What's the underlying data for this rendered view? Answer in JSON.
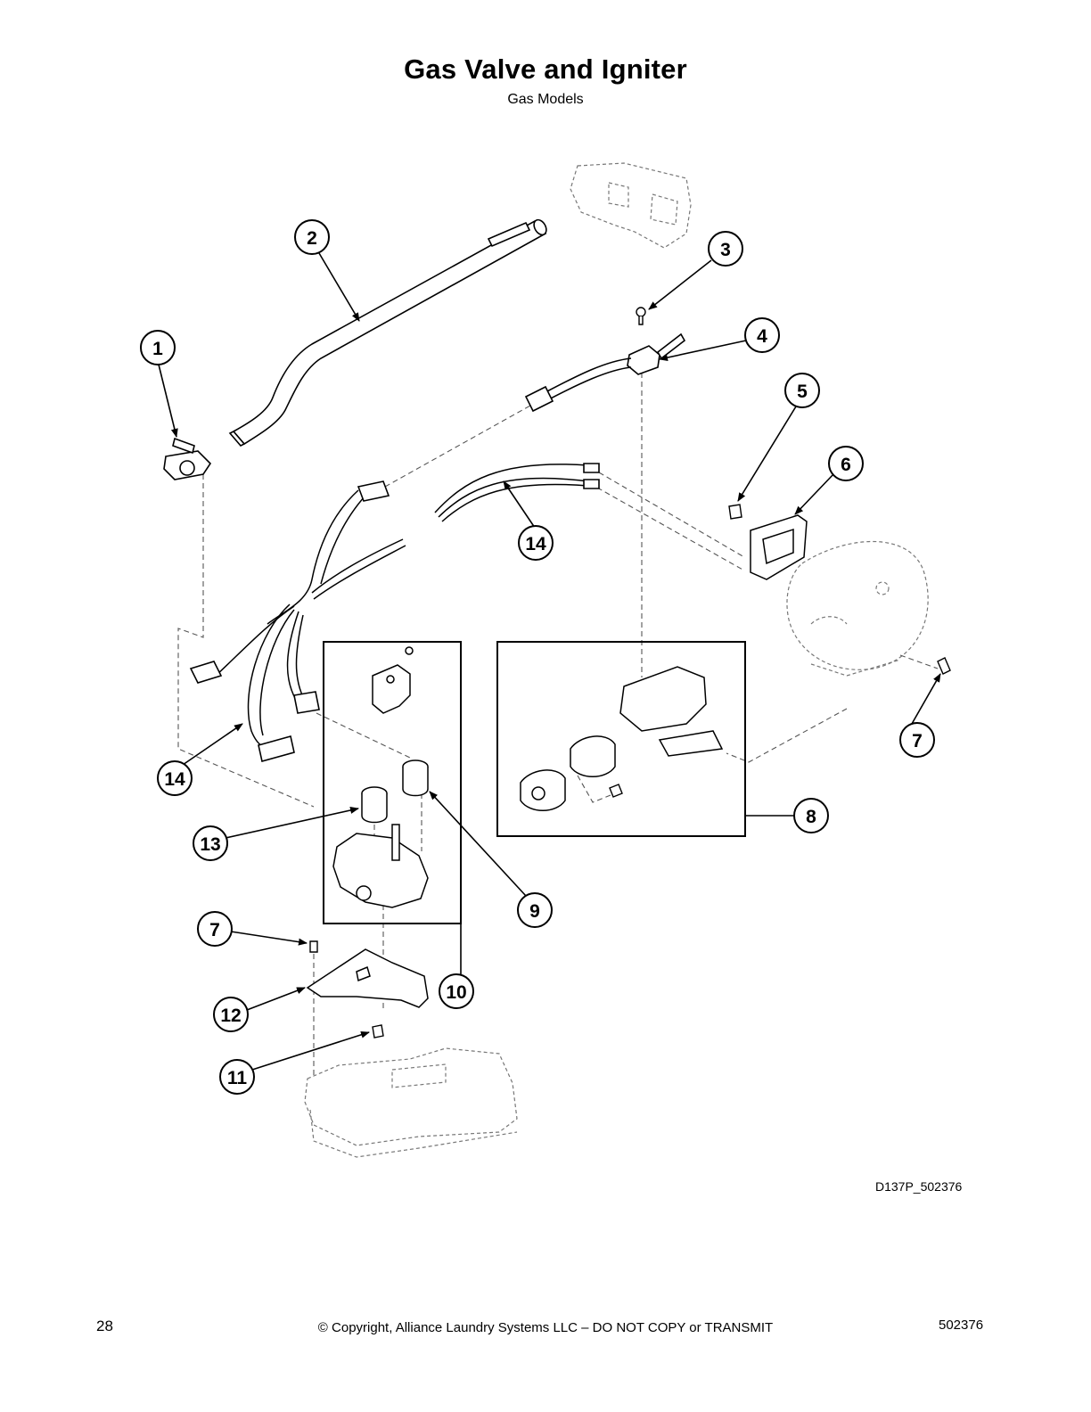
{
  "page": {
    "title": "Gas Valve and Igniter",
    "subtitle": "Gas Models",
    "drawing_id": "D137P_502376",
    "page_number": "28",
    "copyright": "© Copyright, Alliance Laundry Systems LLC – DO NOT COPY or TRANSMIT",
    "doc_number": "502376"
  },
  "callouts": [
    "1",
    "2",
    "3",
    "4",
    "5",
    "6",
    "7",
    "8",
    "9",
    "10",
    "11",
    "12",
    "13",
    "14"
  ]
}
